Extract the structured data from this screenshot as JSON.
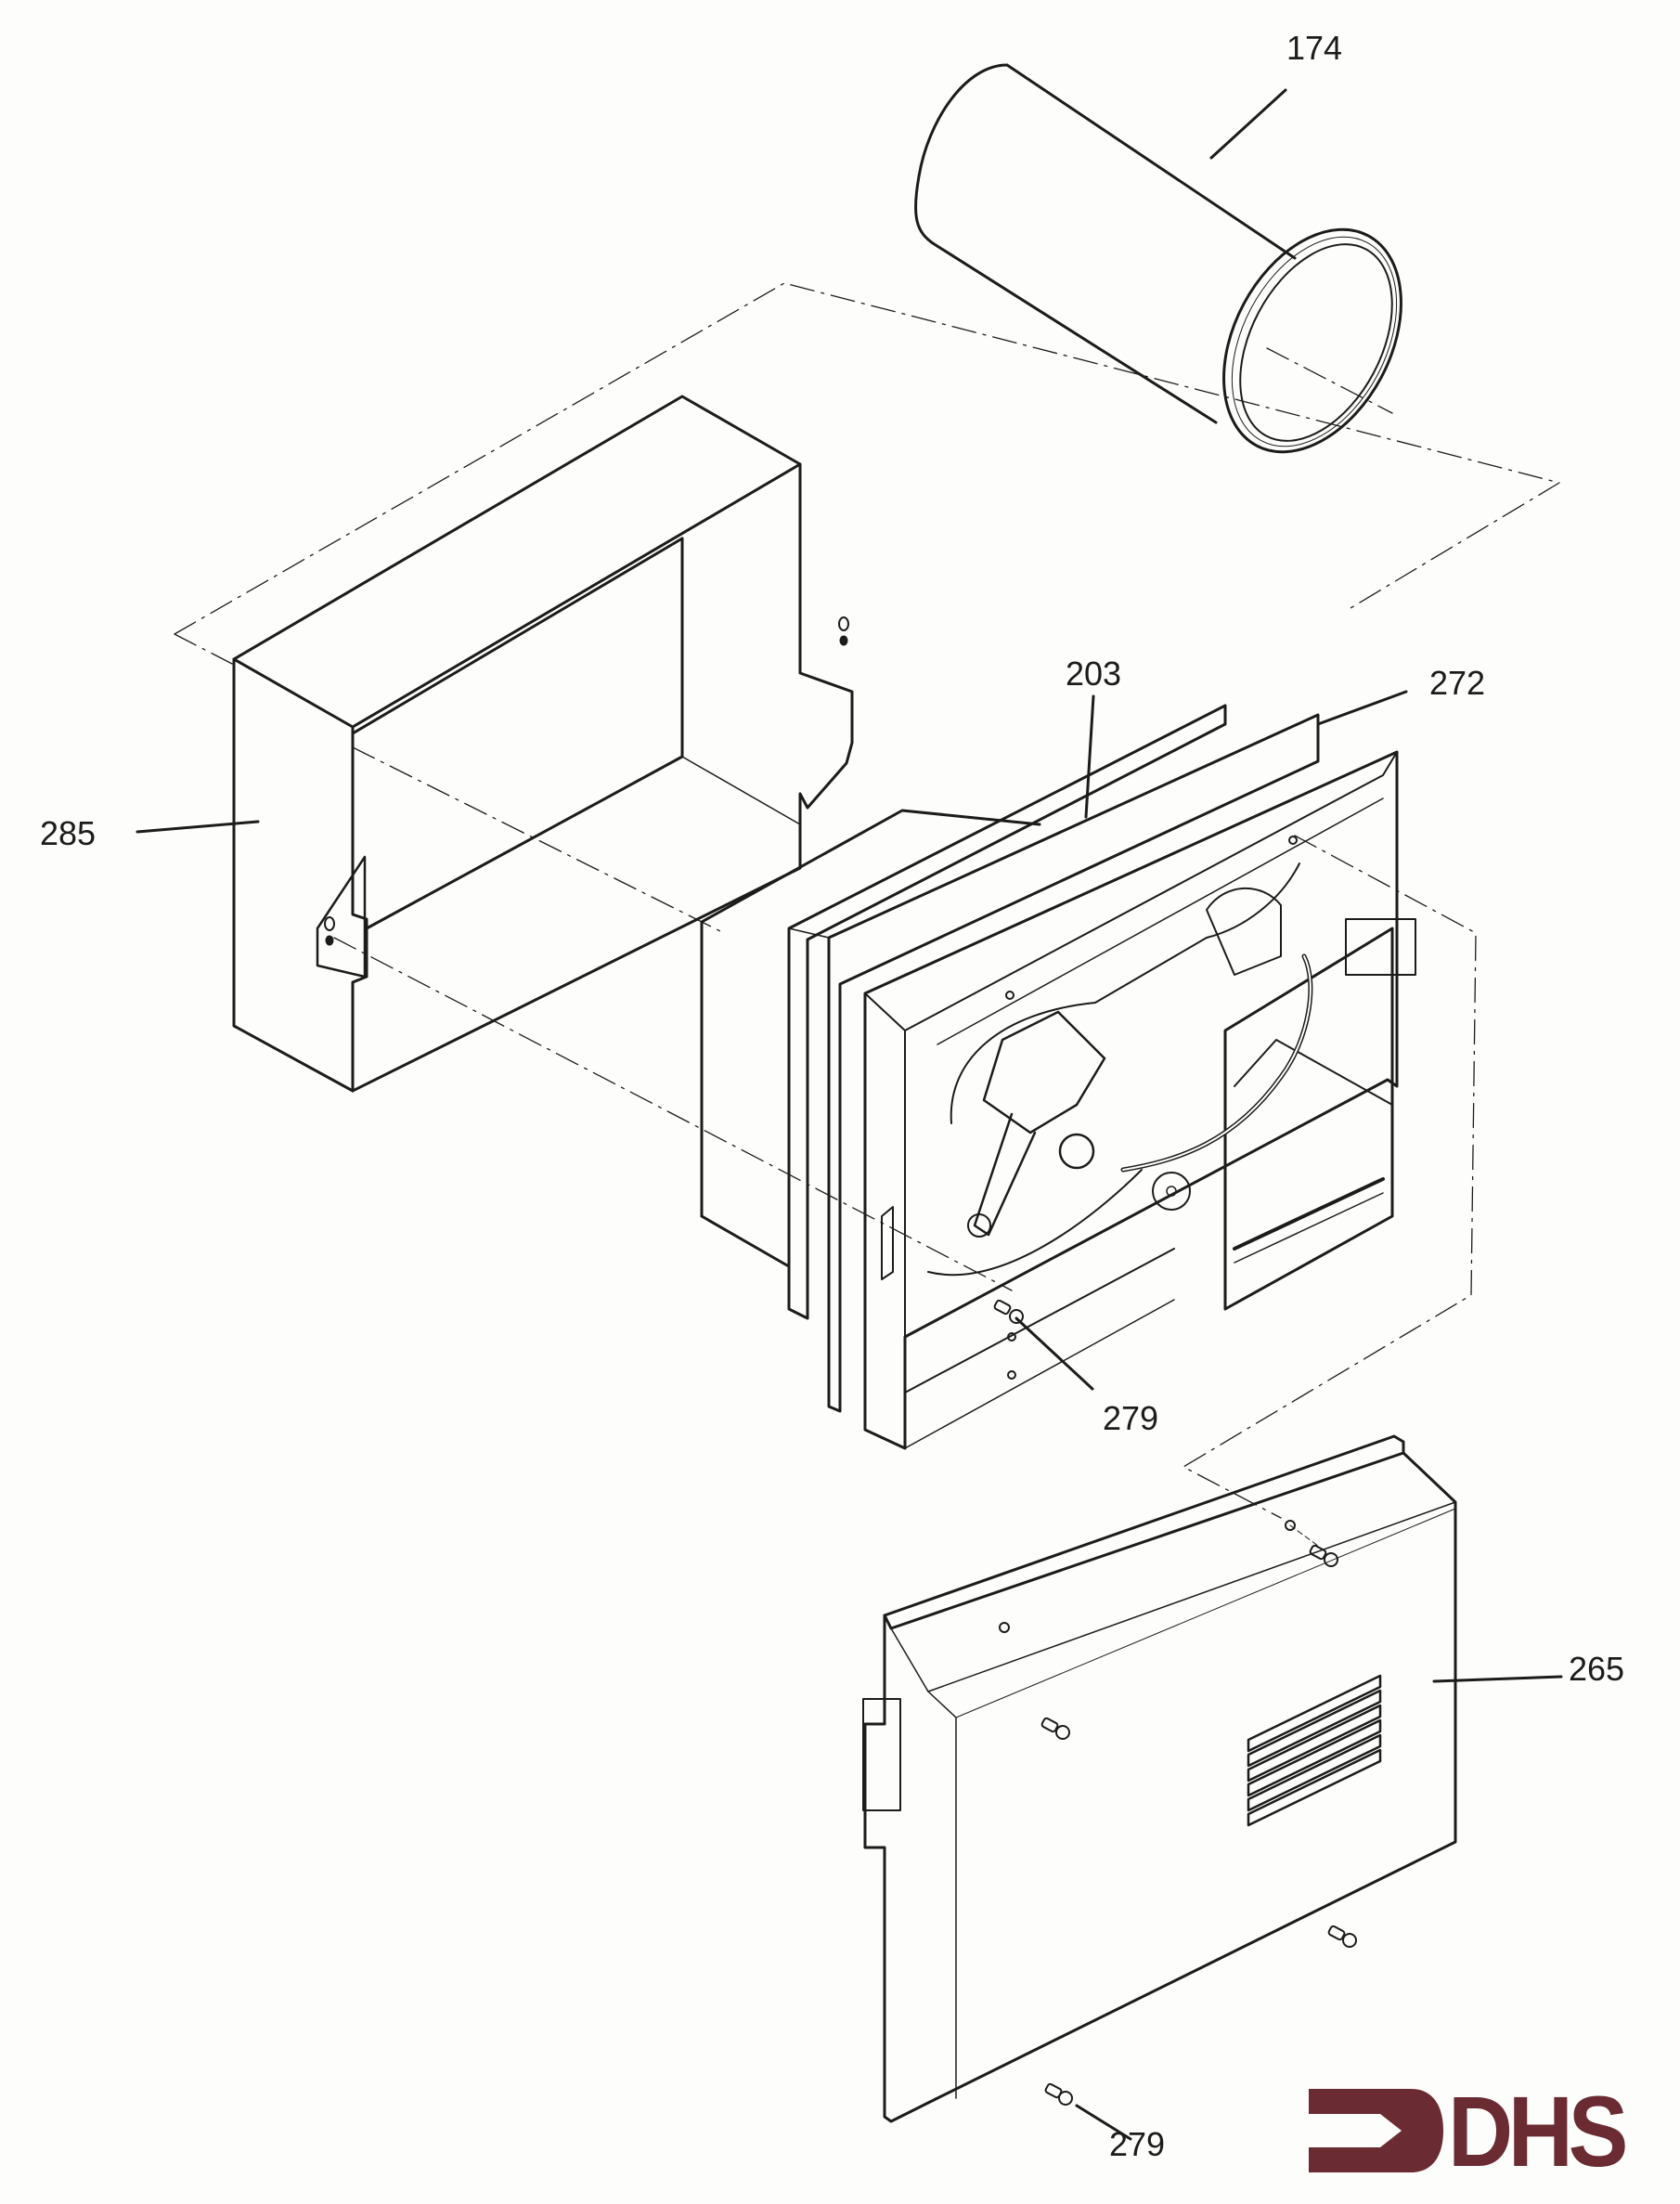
{
  "diagram": {
    "type": "exploded-parts-view",
    "parts": [
      {
        "id": "174",
        "label": "174",
        "description": "cylindrical duct / tube"
      },
      {
        "id": "285",
        "label": "285",
        "description": "open rectangular housing box"
      },
      {
        "id": "203",
        "label": "203",
        "description": "gasket frame"
      },
      {
        "id": "272",
        "label": "272",
        "description": "blower / motor assembly frame"
      },
      {
        "id": "279a",
        "label": "279",
        "description": "screw"
      },
      {
        "id": "265",
        "label": "265",
        "description": "front cover with vent louvers"
      },
      {
        "id": "279b",
        "label": "279",
        "description": "screw"
      }
    ],
    "callouts": {
      "c174": "174",
      "c203": "203",
      "c272": "272",
      "c285": "285",
      "c279_upper": "279",
      "c265": "265",
      "c279_lower": "279"
    }
  },
  "logo": {
    "text": "DHS",
    "icon": "arrow-bracket-icon",
    "color": "#6b2b33"
  },
  "colors": {
    "line": "#1c1c1c",
    "background": "#fdfdfb"
  }
}
